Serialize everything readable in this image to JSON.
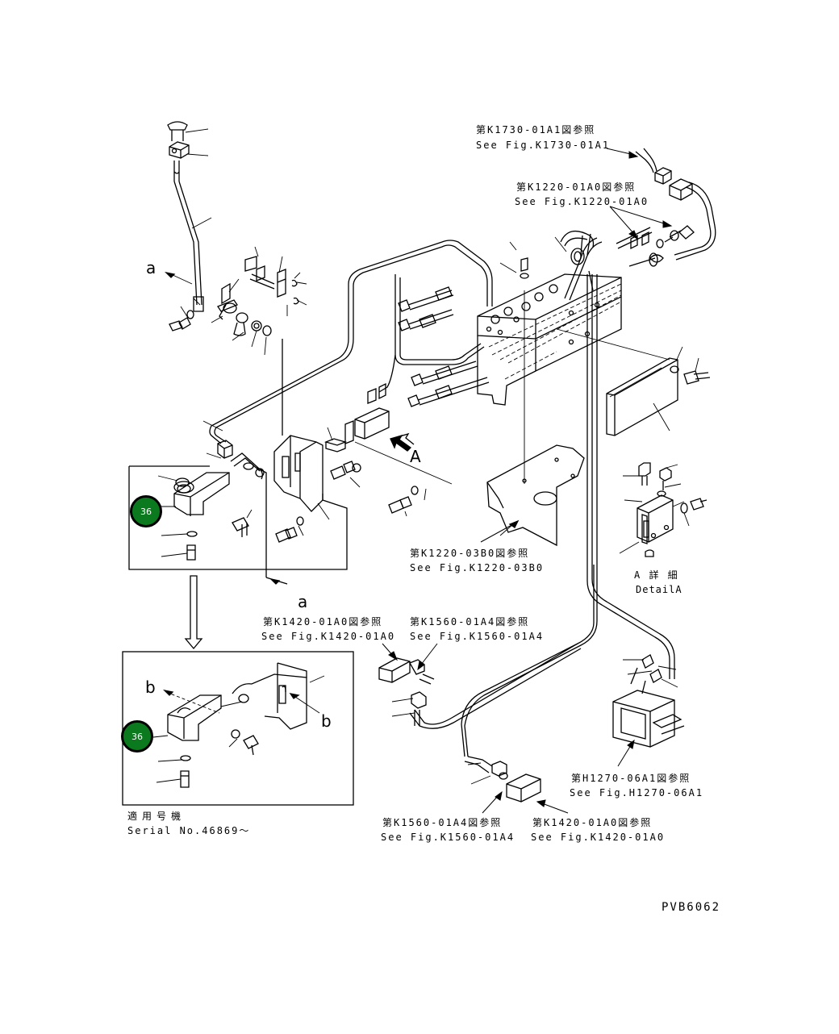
{
  "refs": {
    "k1730_jp": "第K1730-01A1図参照",
    "k1730_en": "See Fig.K1730-01A1",
    "k1220a_jp": "第K1220-01A0図参照",
    "k1220a_en": "See Fig.K1220-01A0",
    "k1220b_jp": "第K1220-03B0図参照",
    "k1220b_en": "See Fig.K1220-03B0",
    "k1420a_jp": "第K1420-01A0図参照",
    "k1420a_en": "See Fig.K1420-01A0",
    "k1560a_jp": "第K1560-01A4図参照",
    "k1560a_en": "See Fig.K1560-01A4",
    "h1270_jp": "第H1270-06A1図参照",
    "h1270_en": "See Fig.H1270-06A1",
    "k1560b_jp": "第K1560-01A4図参照",
    "k1560b_en": "See Fig.K1560-01A4",
    "k1420b_jp": "第K1420-01A0図参照",
    "k1420b_en": "See Fig.K1420-01A0"
  },
  "detail": {
    "jp": "A 詳 細",
    "en": "DetailA"
  },
  "labels": {
    "a_top": "a",
    "a_bottom": "a",
    "b_left": "b",
    "b_right": "b",
    "arrow_A": "A"
  },
  "markers": {
    "upper": "36",
    "lower": "36"
  },
  "serial": {
    "jp": "適用号機",
    "en": "Serial No.46869～"
  },
  "drawing_code": "PVB6062"
}
